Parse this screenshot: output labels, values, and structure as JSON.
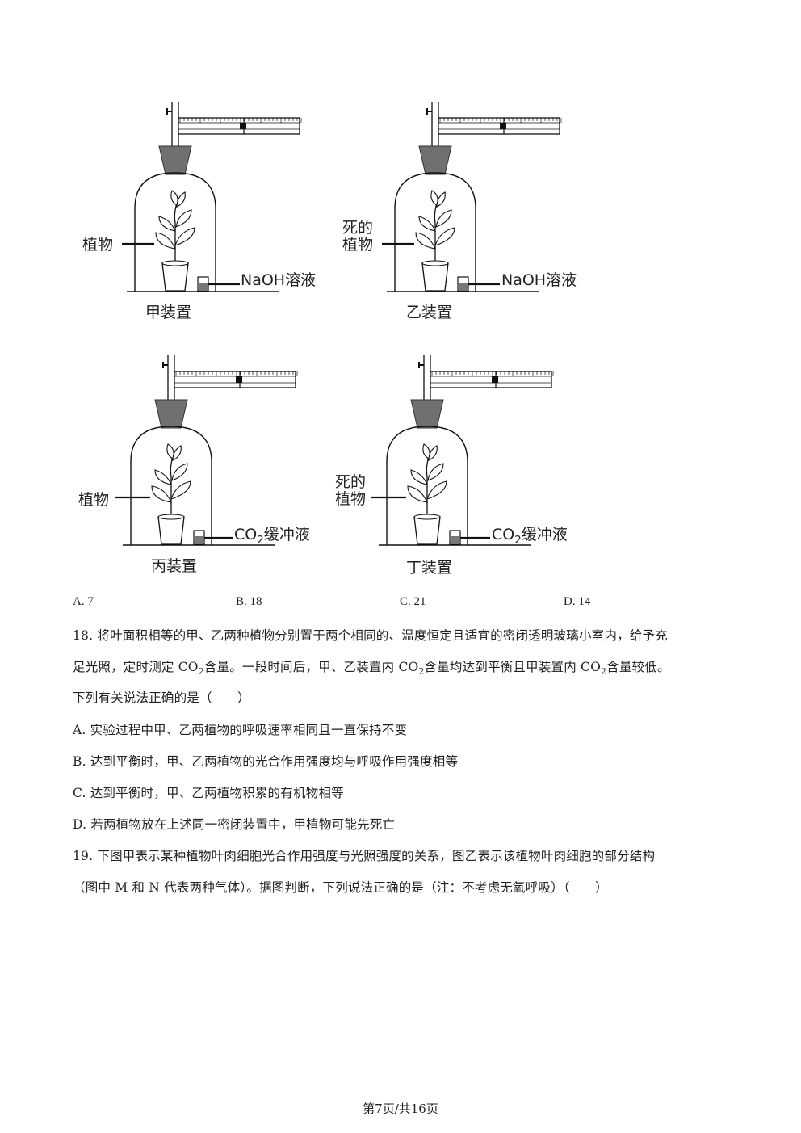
{
  "figures": [
    {
      "id": "jia",
      "caption": "甲装置",
      "plant_label": [
        "植物"
      ],
      "solution_label": "NaOH溶液"
    },
    {
      "id": "yi",
      "caption": "乙装置",
      "plant_label": [
        "死的",
        "植物"
      ],
      "solution_label": "NaOH溶液"
    },
    {
      "id": "bing",
      "caption": "丙装置",
      "plant_label": [
        "植物"
      ],
      "solution_label_main": "CO",
      "solution_label_sub": "2",
      "solution_label_rest": "缓冲液"
    },
    {
      "id": "ding",
      "caption": "丁装置",
      "plant_label": [
        "死的",
        "植物"
      ],
      "solution_label_main": "CO",
      "solution_label_sub": "2",
      "solution_label_rest": "缓冲液"
    }
  ],
  "q17_options": {
    "a": "A. 7",
    "b": "B. 18",
    "c": "C. 21",
    "d": "D. 14"
  },
  "q18": {
    "line1": "18. 将叶面积相等的甲、乙两种植物分别置于两个相同的、温度恒定且适宜的密闭透明玻璃小室内，给予充",
    "line2_a": "足光照，定时测定 CO",
    "line2_b": "含量。一段时间后，甲、乙装置内 CO",
    "line2_c": "含量均达到平衡且甲装置内 CO",
    "line2_d": "含量较低。",
    "sub": "2",
    "line3": "下列有关说法正确的是（　　）",
    "option_a": "A. 实验过程中甲、乙两植物的呼吸速率相同且一直保持不变",
    "option_b": "B. 达到平衡时，甲、乙两植物的光合作用强度均与呼吸作用强度相等",
    "option_c": "C. 达到平衡时，甲、乙两植物积累的有机物相等",
    "option_d": "D. 若两植物放在上述同一密闭装置中，甲植物可能先死亡"
  },
  "q19": {
    "line1": "19. 下图甲表示某种植物叶肉细胞光合作用强度与光照强度的关系，图乙表示该植物叶肉细胞的部分结构",
    "line2": "（图中 M 和 N 代表两种气体）。据图判断，下列说法正确的是（注：不考虑无氧呼吸）（　　）"
  },
  "footer": "第7页/共16页"
}
